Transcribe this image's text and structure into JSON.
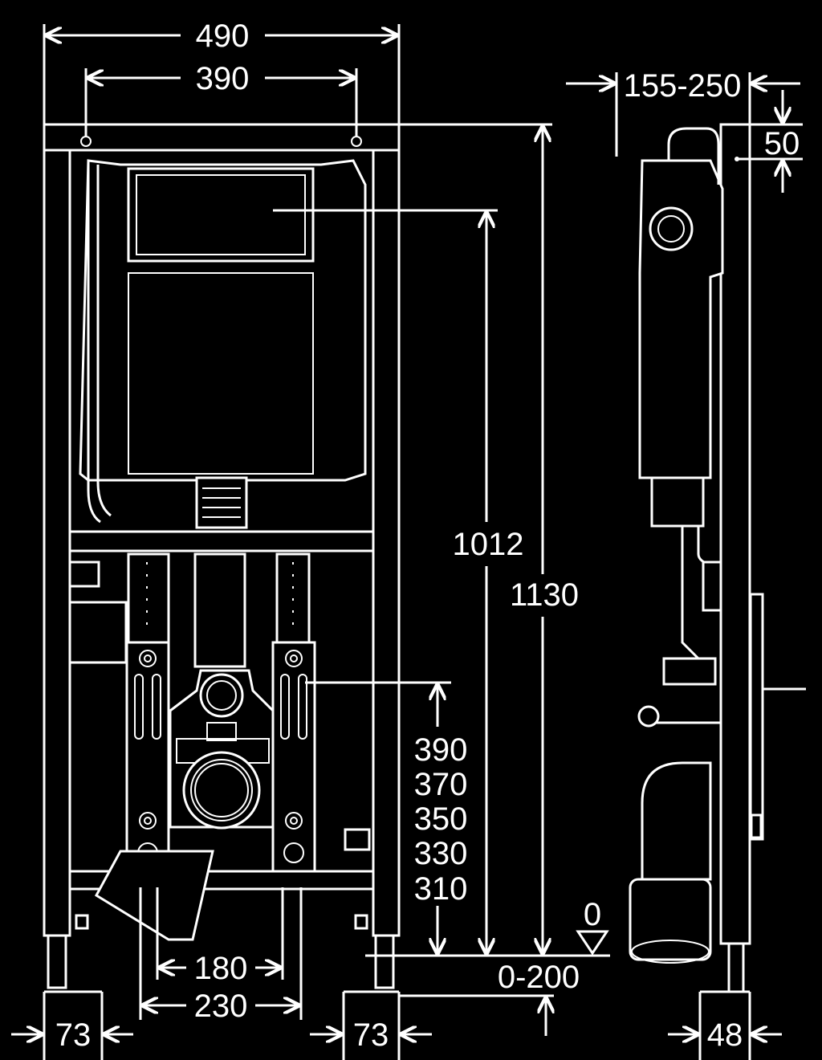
{
  "dims": {
    "width_total": "490",
    "width_holes": "390",
    "height_cistern": "1012",
    "height_total": "1130",
    "height_outlet_1": "390",
    "height_outlet_2": "370",
    "height_outlet_3": "350",
    "height_outlet_4": "330",
    "height_outlet_5": "310",
    "floor_level": "0",
    "leg_adjust": "0-200",
    "bolt_180": "180",
    "bolt_230": "230",
    "foot_left": "73",
    "foot_right": "73",
    "depth": "155-250",
    "top_offset": "50",
    "foot_side": "48"
  }
}
